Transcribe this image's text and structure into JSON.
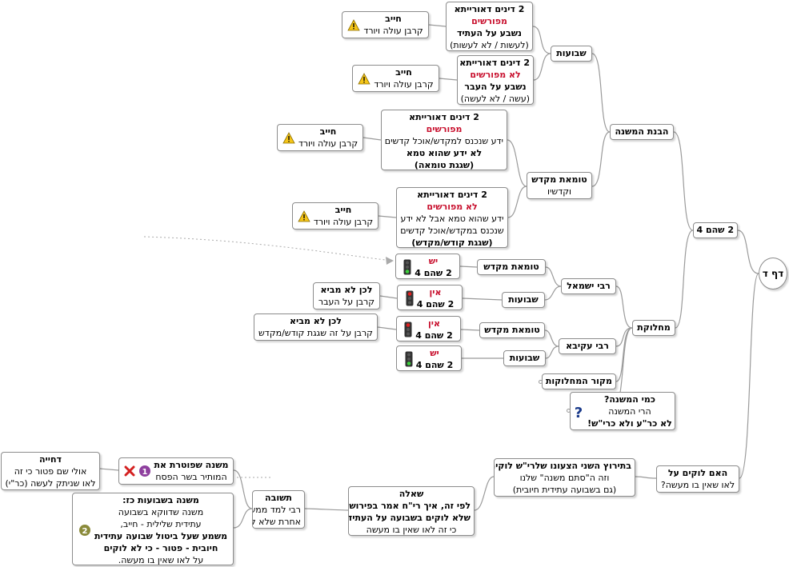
{
  "root": "דף ד",
  "n_4": "2 שהם 4",
  "n_havanat": "הבנת המשנה",
  "n_shvuot": "שבועות",
  "n_tumat": [
    "טומאת מקדש",
    "וקדשיו"
  ],
  "sh1": [
    "2 דינים דאורייתא",
    "מפורשים",
    "נשבע על העתיד",
    "(לעשות / לא לעשות)"
  ],
  "sh2": [
    "2 דינים דאורייתא",
    "לא מפורשים",
    "נשבע על העבר",
    "(עשה / לא לעשה)"
  ],
  "tm1": [
    "2 דינים דאורייתא",
    "מפורשים",
    "ידע שנכנס למקדש/אוכל קדשים",
    "לא ידע שהוא טמא",
    "(שגגת טומאה)"
  ],
  "tm2": [
    "2 דינים דאורייתא",
    "לא מפורשים",
    "ידע שהוא טמא אבל לא ידע",
    "שנכנס במקדש/אוכל קדשים",
    "(שגגת קודש/מקדש)"
  ],
  "chayav": [
    "חייב",
    "קרבן עולה ויורד"
  ],
  "n_machloket": "מחלוקת",
  "n_rys": "רבי ישמאל",
  "n_rak": "רבי עקיבא",
  "n_makor": "מקור המחלוקות",
  "leaf_tumat": "טומאת מקדש",
  "leaf_shvuot": "שבועות",
  "yesh": "יש",
  "ein": "אין",
  "two4": "2 שהם 4",
  "lachen1": [
    "לכן לא מביא",
    "קרבן על העבר"
  ],
  "lachen2": [
    "לכן לא מביא",
    "קרבן על זה שגגת קודש/מקדש"
  ],
  "kmi": [
    "כמי המשנה?",
    "הרי המשנה",
    "לא כר\"ע ולא כרי\"ש!"
  ],
  "haim": [
    "האם לוקים על",
    "לאו שאין בו מעשה?"
  ],
  "beteruts": [
    "בתירוץ השני הצעונו שלרי\"ש לוקים,",
    "וזה ה\"סתם משנה\" שלנו",
    "(גם בשבועה עתידית חיובית)"
  ],
  "sheela": [
    "שאלה",
    "לפי זה, איך רי\"ח אמר בפירוש",
    "שלא לוקים בשבועה על העתיד",
    "כי זה לאו שאין בו מעשה"
  ],
  "tshuva": [
    "תשובה",
    "רבי למד ממשנה",
    "אחרת שלא לוקים:"
  ],
  "mishna1": [
    "משנה שפוטרת את",
    "המותיר בשר הפסח"
  ],
  "dchiya": [
    "דחייה",
    "אולי שם פטור כי זה",
    "לאו שניתק לעשה (כר\"י)"
  ],
  "mishna2": [
    "משנה בשבועות כז:",
    "משנה שדווקא בשבועה",
    "עתידית שלילית - חייב,",
    "משמע שעל ביטול שבועה עתידית",
    "חיובית - פטור - כי לא לוקים",
    "על לאו שאין בו מעשה."
  ],
  "colors": {
    "accent": "#c8102e",
    "border": "#8c8c8c",
    "link": "#9a9a9a"
  }
}
